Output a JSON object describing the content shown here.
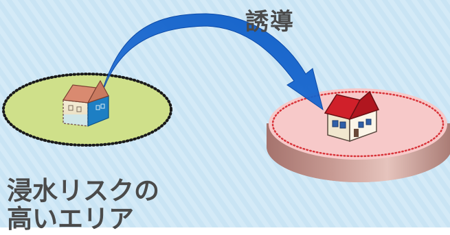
{
  "diagram": {
    "arrow_label": "誘導",
    "flood_area_label_line1": "浸水リスクの",
    "flood_area_label_line2": "高いエリア"
  },
  "colors": {
    "background": "#c9e4f4",
    "flood_area_fill": "#cfe08a",
    "safe_area_fill": "#f7c9c9",
    "platform_side": "#b88882",
    "arrow": "#1462c8",
    "roof_safe": "#d0202a",
    "roof_flood": "#d98a70",
    "text": "#4a4a4a"
  }
}
